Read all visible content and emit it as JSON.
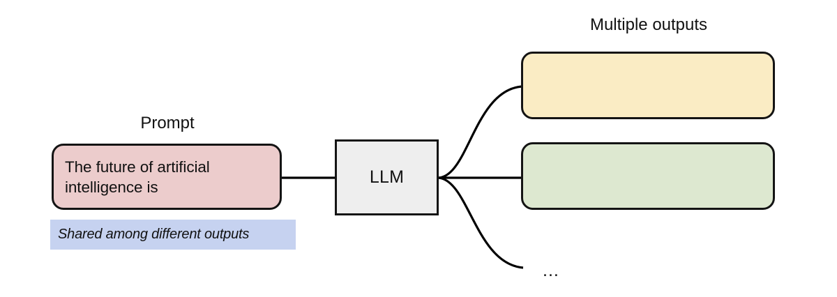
{
  "diagram": {
    "title_labels": {
      "prompt_caption": "Prompt",
      "outputs_caption": "Multiple outputs"
    },
    "nodes": {
      "prompt": {
        "label": "The future of artificial\nintelligence is",
        "fill": "#eccccc",
        "shape": "rounded-rect"
      },
      "llm": {
        "label": "LLM",
        "fill": "#eeeeee",
        "shape": "rect"
      },
      "output_1": {
        "label": "",
        "fill": "#faecc4",
        "shape": "rounded-rect"
      },
      "output_2": {
        "label": "",
        "fill": "#dde8d0",
        "shape": "rounded-rect"
      },
      "output_more": {
        "label": "...",
        "fill": "none",
        "shape": "text"
      }
    },
    "annotation": {
      "shared_note": "Shared among different outputs",
      "highlight_color": "#c6d2f0"
    },
    "edges": [
      {
        "from": "prompt",
        "to": "llm",
        "style": "straight"
      },
      {
        "from": "llm",
        "to": "output_1",
        "style": "curve-up"
      },
      {
        "from": "llm",
        "to": "output_2",
        "style": "straight"
      },
      {
        "from": "llm",
        "to": "output_more",
        "style": "curve-down"
      }
    ],
    "stroke_color": "#000000"
  }
}
